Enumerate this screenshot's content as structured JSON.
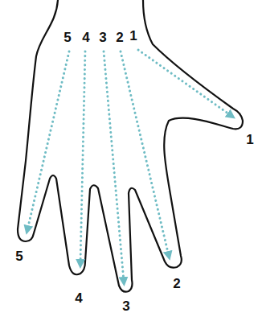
{
  "diagram": {
    "labels": [
      "5",
      "4",
      "3",
      "2",
      "1",
      "1",
      "5",
      "2",
      "4",
      "3"
    ]
  }
}
